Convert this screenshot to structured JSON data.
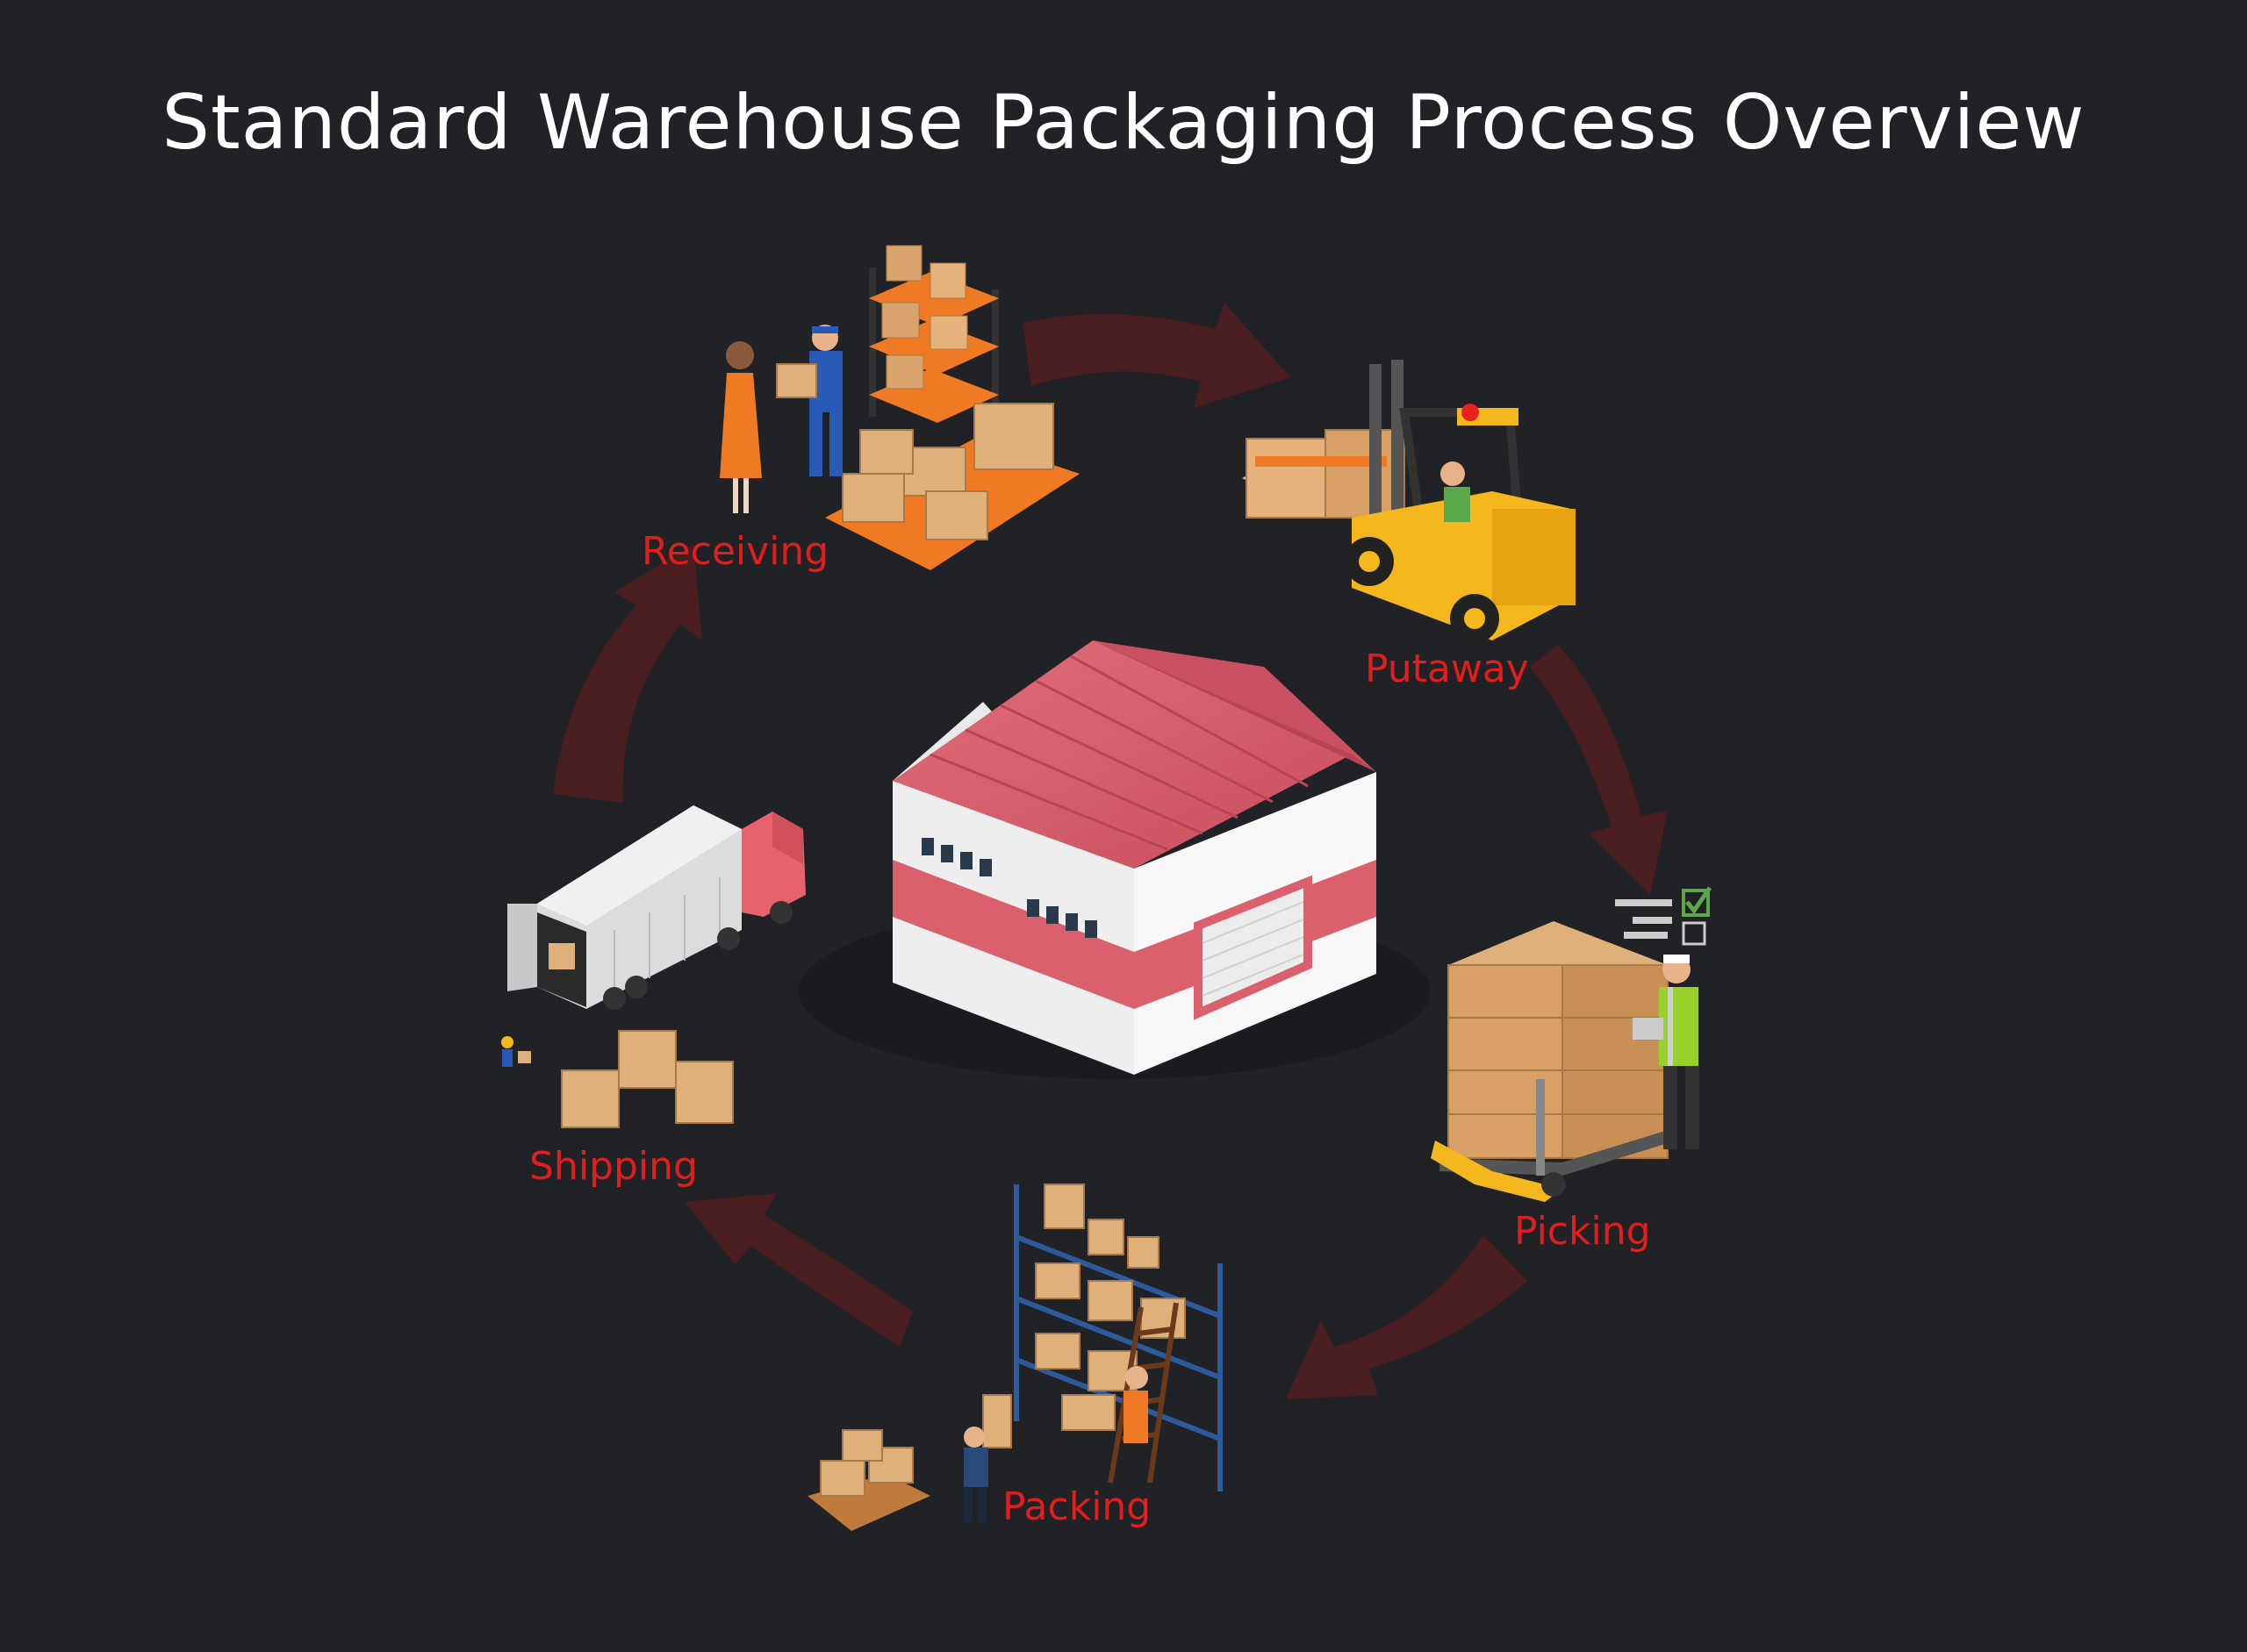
{
  "title": "Standard Warehouse Packaging Process Overview",
  "steps": [
    {
      "label": "Receiving"
    },
    {
      "label": "Putaway"
    },
    {
      "label": "Picking"
    },
    {
      "label": "Packing"
    },
    {
      "label": "Shipping"
    }
  ],
  "colors": {
    "background": "#202226",
    "arrow": "#4a1d20",
    "label": "#e01e1e",
    "title": "#ffffff",
    "roof": "#d85c6a",
    "box": "#d9a46c",
    "pallet": "#f07a24",
    "forklift": "#f4b81e"
  },
  "icons": [
    "warehouse-icon",
    "workers-exchange-icon",
    "forklift-icon",
    "checklist-icon",
    "pallet-jack-icon",
    "ladder-worker-icon",
    "delivery-truck-icon",
    "box-stack-icon"
  ]
}
